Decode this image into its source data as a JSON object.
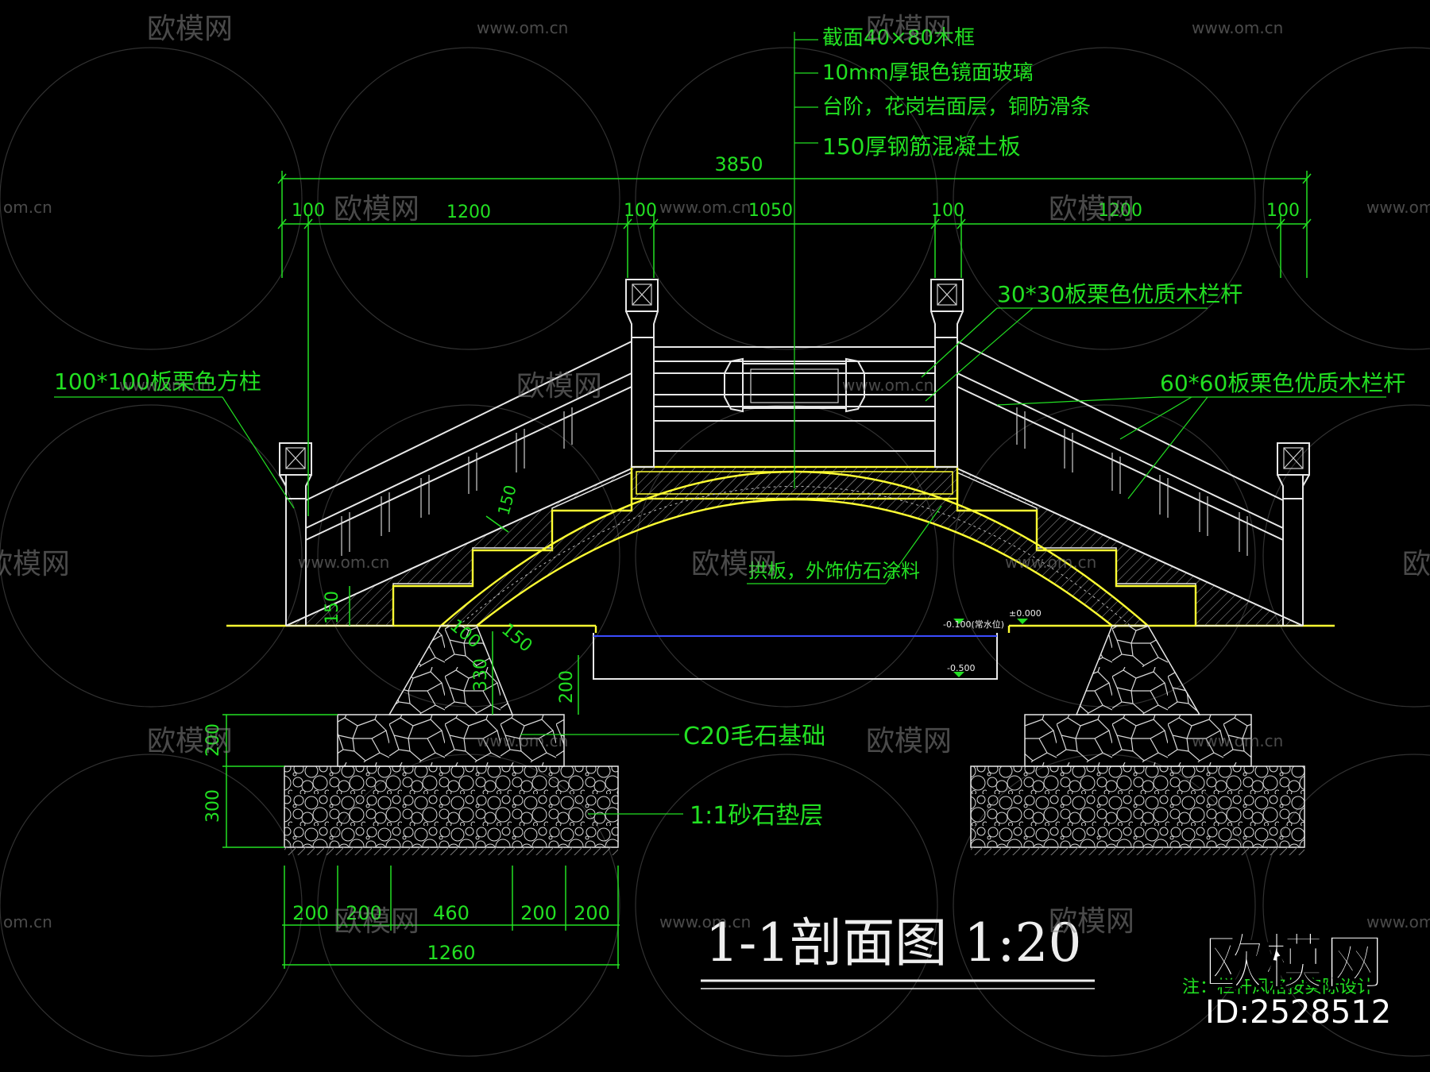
{
  "title": "1-1剖面图 1:20",
  "watermark": {
    "brand": "欧模网",
    "url": "www.om.cn",
    "url_cut": "om.cn",
    "brand_cut": "欧模网"
  },
  "corner": {
    "brand": "欧模网",
    "id": "ID:2528512",
    "note": "注：栏杆风格按实际设计"
  },
  "top_notes": [
    "截面40×80木框",
    "10mm厚银色镜面玻璃",
    "台阶，花岗岩面层，铜防滑条",
    "150厚钢筋混凝土板"
  ],
  "overall_dim": "3850",
  "upper_dims": [
    "100",
    "1200",
    "100",
    "1050",
    "100",
    "1200",
    "100"
  ],
  "labels": {
    "post": "100*100板栗色方柱",
    "rail_30": "30*30板栗色优质木栏杆",
    "rail_60": "60*60板栗色优质木栏杆",
    "arch_finish": "拱板，外饰仿石涂料",
    "foundation": "C20毛石基础",
    "gravel": "1:1砂石垫层"
  },
  "small_dims": {
    "slab": "150",
    "stair": "150",
    "arch_a": "100",
    "arch_b": "150",
    "wall": "330",
    "pool": "200",
    "found": "200",
    "gravel": "300"
  },
  "levels": [
    "-0.100(常水位)",
    "±0.000",
    "-0.500"
  ],
  "bottom_dims": [
    "200",
    "200",
    "460",
    "200",
    "200"
  ],
  "bottom_total": "1260",
  "colors": {
    "background": "#000000",
    "dimension": "#22e022",
    "linework": "#e8e8e8",
    "highlight": "#ffff33",
    "water": "#3b4cff"
  }
}
